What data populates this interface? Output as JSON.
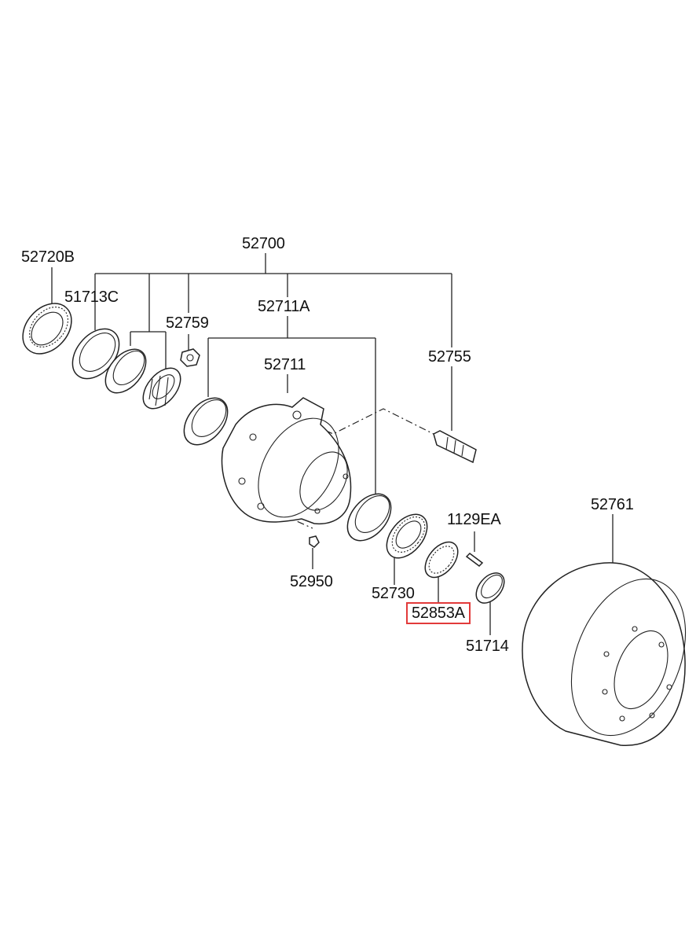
{
  "labels": {
    "assembly": "52700",
    "bearing_outer": "52720B",
    "seal_inner": "51713C",
    "nut": "52759",
    "hub_assy": "52711A",
    "hub": "52711",
    "bolt": "52755",
    "nipple": "52950",
    "bearing_inner": "52730",
    "tone_ring": "52853A",
    "screw": "1129EA",
    "seal_outer": "51714",
    "drum": "52761"
  },
  "highlight": {
    "part": "52853A",
    "color": "#e23a3a"
  }
}
